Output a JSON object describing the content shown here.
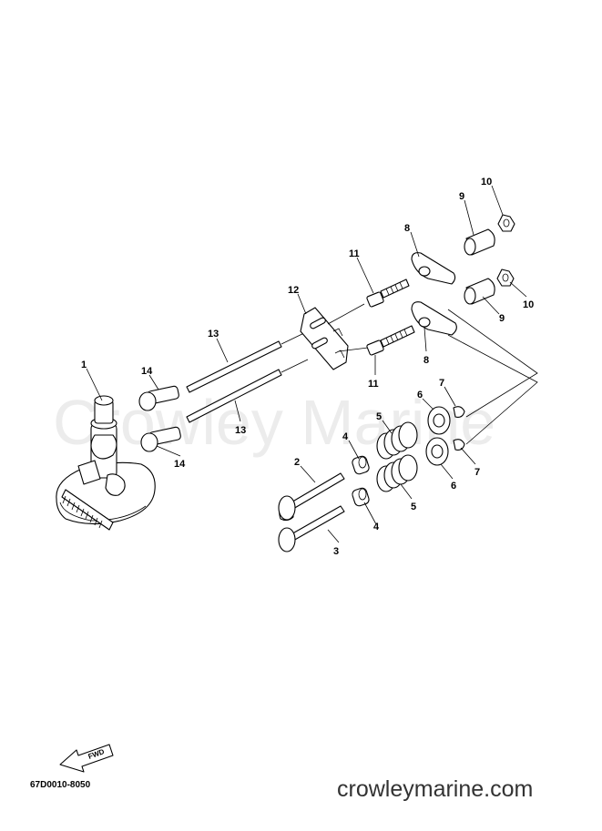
{
  "watermark": "Crowley Marine",
  "diagram_code": "67D0010-8050",
  "site": "crowleymarine.com",
  "fwd_label": "FWD",
  "callouts": {
    "c1": "1",
    "c2": "2",
    "c3": "3",
    "c4a": "4",
    "c4b": "4",
    "c5a": "5",
    "c5b": "5",
    "c6a": "6",
    "c6b": "6",
    "c7a": "7",
    "c7b": "7",
    "c8a": "8",
    "c8b": "8",
    "c9a": "9",
    "c9b": "9",
    "c10a": "10",
    "c10b": "10",
    "c11a": "11",
    "c11b": "11",
    "c12": "12",
    "c13a": "13",
    "c13b": "13",
    "c14a": "14",
    "c14b": "14"
  }
}
